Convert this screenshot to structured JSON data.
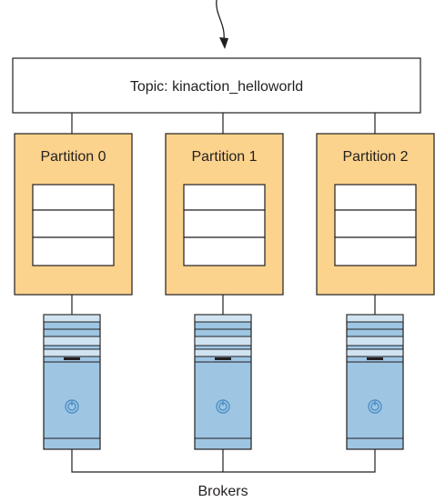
{
  "topic": {
    "label": "Topic: kinaction_helloworld"
  },
  "partitions": [
    {
      "label": "Partition 0"
    },
    {
      "label": "Partition 1"
    },
    {
      "label": "Partition 2"
    }
  ],
  "brokers": {
    "label": "Brokers",
    "count": 3
  },
  "colors": {
    "partition_fill": "#fbd38d",
    "outline": "#231f20",
    "server_light": "#cfe3f1",
    "server_mid": "#9ec6e3",
    "power_icon": "#4d8fc4"
  },
  "icons": [
    "curved-arrow-icon",
    "server-icon",
    "power-icon"
  ]
}
